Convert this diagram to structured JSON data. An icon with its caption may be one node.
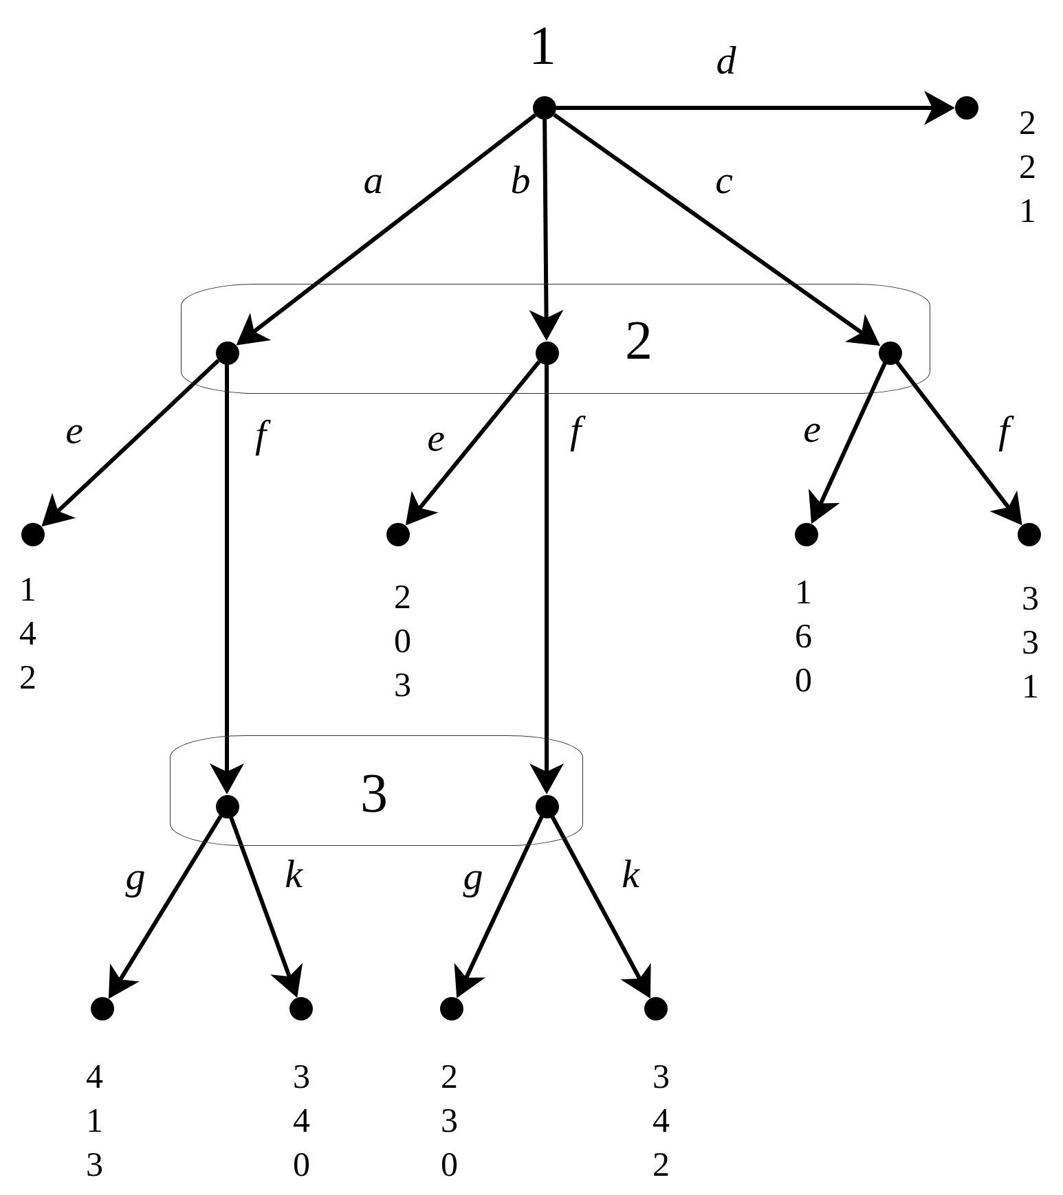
{
  "diagram": {
    "nodes": [
      {
        "text": [],
        "shape": "circle",
        "beside": [
          "1"
        ]
      },
      {
        "text": [],
        "shape": "circle",
        "beside": [
          "2 2 1"
        ]
      },
      {
        "text": [
          "2"
        ]
      },
      {
        "text": [],
        "shape": "circle",
        "in": 2
      },
      {
        "text": [],
        "shape": "circle",
        "in": 2
      },
      {
        "text": [],
        "shape": "circle",
        "in": 2
      },
      {
        "text": [],
        "shape": "circle",
        "beside": [
          "1 4 2"
        ]
      },
      {
        "text": [],
        "shape": "circle",
        "beside": [
          "2 0 3"
        ]
      },
      {
        "text": [],
        "shape": "circle",
        "beside": [
          "1 6 0"
        ]
      },
      {
        "text": [],
        "shape": "circle",
        "beside": [
          "3 3 1"
        ]
      },
      {
        "text": [
          "3"
        ]
      },
      {
        "text": [],
        "shape": "circle",
        "in": 10
      },
      {
        "text": [],
        "shape": "circle",
        "in": 10
      },
      {
        "text": [],
        "shape": "circle",
        "beside": [
          "4 1 3"
        ]
      },
      {
        "text": [],
        "shape": "circle",
        "beside": [
          "3 4 0"
        ]
      },
      {
        "text": [],
        "shape": "circle",
        "beside": [
          "2 3 0"
        ]
      },
      {
        "text": [],
        "shape": "circle",
        "beside": [
          "3 4 2"
        ]
      }
    ],
    "edges": [
      {
        "from": 0,
        "to": 3,
        "arrow": "to",
        "label": "a"
      },
      {
        "from": 0,
        "to": 4,
        "arrow": "to",
        "label": "b"
      },
      {
        "from": 0,
        "to": 5,
        "arrow": "to",
        "label": "c"
      },
      {
        "from": 0,
        "to": 1,
        "arrow": "to",
        "label": "d"
      },
      {
        "from": 3,
        "to": 6,
        "arrow": "to",
        "label": "e"
      },
      {
        "from": 3,
        "to": 11,
        "arrow": "to",
        "label": "f"
      },
      {
        "from": 4,
        "to": 7,
        "arrow": "to",
        "label": "e"
      },
      {
        "from": 4,
        "to": 12,
        "arrow": "to",
        "label": "f"
      },
      {
        "from": 5,
        "to": 8,
        "arrow": "to",
        "label": "e"
      },
      {
        "from": 5,
        "to": 9,
        "arrow": "to",
        "label": "f"
      },
      {
        "from": 11,
        "to": 13,
        "arrow": "to",
        "label": "g"
      },
      {
        "from": 11,
        "to": 14,
        "arrow": "to",
        "label": "k"
      },
      {
        "from": 12,
        "to": 15,
        "arrow": "to",
        "label": "g"
      },
      {
        "from": 12,
        "to": 16,
        "arrow": "to",
        "label": "k"
      }
    ]
  }
}
